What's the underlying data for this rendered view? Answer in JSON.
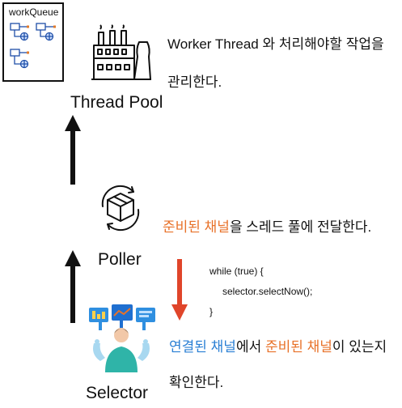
{
  "work_queue": {
    "label": "workQueue"
  },
  "thread_pool": {
    "label": "Thread Pool",
    "description_line1": "Worker Thread 와 처리해야할 작업을",
    "description_line2": "관리한다."
  },
  "poller": {
    "label": "Poller",
    "description": {
      "hl1": "준비된 채널",
      "rest": "을 스레드 풀에 전달한다."
    }
  },
  "code_snippet": {
    "line1": "while (true) {",
    "line2": "selector.selectNow();",
    "line3": "}"
  },
  "selector": {
    "label": "Selector",
    "description": {
      "hl1": "연결된 채널",
      "mid": "에서 ",
      "hl2": "준비된 채널",
      "rest": "이 있는지",
      "line2": "확인한다."
    }
  },
  "colors": {
    "highlight_orange": "#e8722a",
    "highlight_blue": "#2a7fd4",
    "flow_arrow": "#111111",
    "poll_arrow": "#e0452a"
  },
  "icons": {
    "work_queue_items": "queue-node-globe-icon",
    "thread_pool": "factory-icon",
    "poller": "box-cycle-icon",
    "selector": "person-monitors-icon"
  }
}
